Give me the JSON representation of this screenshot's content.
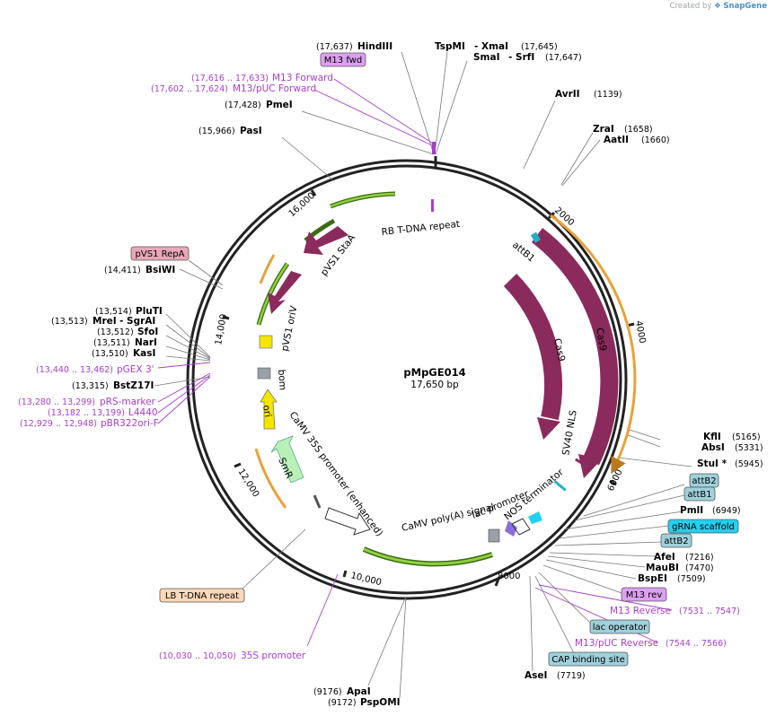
{
  "credit": {
    "prefix": "Created by",
    "brand": "SnapGene"
  },
  "plasmid": {
    "name": "pMpGE014",
    "size": "17,650 bp"
  },
  "ticks": [
    "2000",
    "4000",
    "6000",
    "8000",
    "10,000",
    "12,000",
    "14,000",
    "16,000"
  ],
  "features": {
    "rb": "RB T-DNA repeat",
    "attb1": "attB1",
    "cas9_a": "Cas9",
    "cas9_b": "Cas9",
    "sv40": "SV40 NLS",
    "nos": "NOS terminator",
    "lacprom": "lac promoter",
    "polya": "CaMV poly(A) signal",
    "p35s": "CaMV 35S promoter (enhanced)",
    "smr": "SmR",
    "ori": "ori",
    "bom": "bom",
    "orv": "pVS1 oriV",
    "staa": "pVS1 StaA"
  },
  "sites": {
    "hindiii": {
      "name": "HindIII",
      "pos": "(17,637)"
    },
    "tspmi": {
      "name": "TspMI",
      "dash": "- XmaI",
      "pos": "(17,645)"
    },
    "smai": {
      "name": "SmaI",
      "dash": "- SrfI",
      "pos": "(17,647)"
    },
    "avrii": {
      "name": "AvrII",
      "pos": "(1139)"
    },
    "zrai": {
      "name": "ZraI",
      "pos": "(1658)"
    },
    "aatii": {
      "name": "AatII",
      "pos": "(1660)"
    },
    "pmei": {
      "name": "PmeI",
      "pos": "(17,428)"
    },
    "pasi": {
      "name": "PasI",
      "pos": "(15,966)"
    },
    "bsiwi": {
      "name": "BsiWI",
      "pos": "(14,411)"
    },
    "pluti": {
      "name": "PluTI",
      "pos": "(13,514)"
    },
    "srei": {
      "name": "MreI",
      "dash": "- SgrAI",
      "pos": "(13,513)"
    },
    "sfoi": {
      "name": "SfoI",
      "pos": "(13,512)"
    },
    "nari": {
      "name": "NarI",
      "pos": "(13,511)"
    },
    "kasi": {
      "name": "KasI",
      "pos": "(13,510)"
    },
    "bstz": {
      "name": "BstZ17I",
      "pos": "(13,315)"
    },
    "kfli": {
      "name": "KflI",
      "pos": "(5165)"
    },
    "absi": {
      "name": "AbsI",
      "pos": "(5331)"
    },
    "stui": {
      "name": "StuI *",
      "pos": "(5945)"
    },
    "pmli": {
      "name": "PmlI",
      "pos": "(6949)"
    },
    "afei": {
      "name": "AfeI",
      "pos": "(7216)"
    },
    "maubi": {
      "name": "MauBI",
      "pos": "(7470)"
    },
    "bspei": {
      "name": "BspEI",
      "pos": "(7509)"
    },
    "asei": {
      "name": "AseI",
      "pos": "(7719)"
    },
    "apai": {
      "name": "ApaI",
      "pos": "(9176)"
    },
    "pspomi": {
      "name": "PspOMI",
      "pos": "(9172)"
    }
  },
  "primers": {
    "m13f": {
      "name": "M13 Forward",
      "pos": "(17,616 .. 17,633)"
    },
    "m13puc": {
      "name": "M13/pUC Forward",
      "pos": "(17,602 .. 17,624)"
    },
    "pgex": {
      "name": "pGEX 3'",
      "pos": "(13,440 .. 13,462)"
    },
    "prs": {
      "name": "pRS-marker",
      "pos": "(13,280 .. 13,299)"
    },
    "l4440": {
      "name": "L4440",
      "pos": "(13,182 .. 13,199)"
    },
    "pbr": {
      "name": "pBR322ori-F",
      "pos": "(12,929 .. 12,948)"
    },
    "m13r": {
      "name": "M13 Reverse",
      "pos": "(7531 .. 7547)"
    },
    "m13pucr": {
      "name": "M13/pUC Reverse",
      "pos": "(7544 .. 7566)"
    },
    "p35s": {
      "name": "35S promoter",
      "pos": "(10,030 .. 10,050)"
    }
  },
  "tags": {
    "m13fwd": "M13 fwd",
    "repa": "pVS1 RepA",
    "attb2a": "attB2",
    "attb1": "attB1",
    "grna": "gRNA scaffold",
    "attb2b": "attB2",
    "m13rev": "M13 rev",
    "lacop": "lac operator",
    "cap": "CAP binding site",
    "lb": "LB T-DNA repeat"
  },
  "colors": {
    "cds": "#8b2a5c",
    "primer": "#a63fc8",
    "orange": "#e8a23a",
    "green": "#6fbf30",
    "yellow": "#f5e600",
    "smr": "#b9f0b8",
    "grey": "#9aa0a8",
    "teal_tag": "#9fd0dc",
    "cyan_tag": "#22d0f0",
    "violet_tag": "#dda0f0",
    "pink_tag": "#e8a7b8",
    "peach_tag": "#fbd9b8"
  }
}
